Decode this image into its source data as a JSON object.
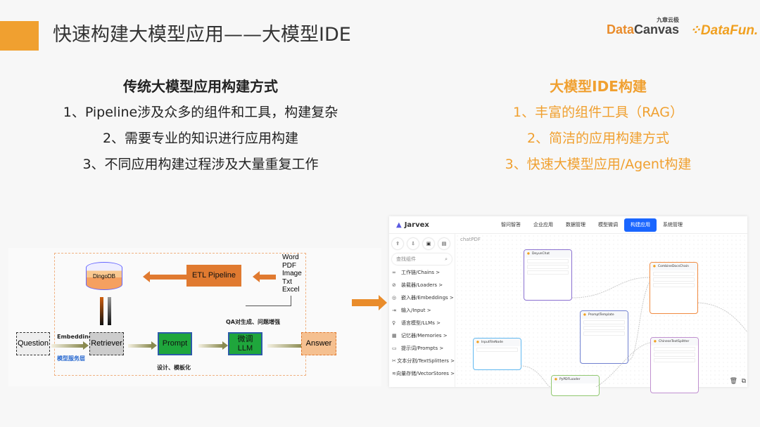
{
  "title": "快速构建大模型应用——大模型IDE",
  "logos": {
    "datacanvas_cn": "九章云极",
    "datacanvas": "DataCanvas",
    "datafun": "DataFun."
  },
  "left": {
    "heading": "传统大模型应用构建方式",
    "items": [
      "1、Pipeline涉及众多的组件和工具，构建复杂",
      "2、需要专业的知识进行应用构建",
      "3、不同应用构建过程涉及大量重复工作"
    ]
  },
  "right": {
    "heading": "大模型IDE构建",
    "items": [
      "1、丰富的组件工具（RAG）",
      "2、简洁的应用构建方式",
      "3、快速大模型应用/Agent构建"
    ]
  },
  "diagram": {
    "db": "DingoDB",
    "etl": "ETL Pipeline",
    "sources": [
      "Word",
      "PDF",
      "Image",
      "Txt",
      "Excel"
    ],
    "qa": "QA对生成、问题增强",
    "question": "Question",
    "embedding": "Embedding",
    "service_layer": "模型服务层",
    "retriever": "Retriever",
    "prompt": "Prompt",
    "prompt_note": "设计、模板化",
    "llm": "微调\nLLM",
    "answer": "Answer"
  },
  "app": {
    "brand": "Jarvex",
    "nav": [
      "智问智答",
      "企业应用",
      "数据管理",
      "模型微调",
      "构建应用",
      "系统管理"
    ],
    "active_nav": "构建应用",
    "search_placeholder": "查找组件",
    "sidebar": [
      "工作链/Chains >",
      "装载器/Loaders >",
      "嵌入器/Embeddings >",
      "输入/Input >",
      "语言模型/LLMs >",
      "记忆器/Memories >",
      "提示词/Prompts >",
      "文本分割/TextSplitters >",
      "向量存储/VectorStores >"
    ],
    "canvas_title": "chatPDF",
    "nodes": [
      "DeyunChat",
      "CombineDocsChain",
      "PromptTemplate",
      "InputFileNode",
      "PyPDFLoader",
      "ChineseTextSplitter"
    ]
  },
  "colors": {
    "accent": "#f0a030",
    "etl": "#e07a30",
    "green": "#1fa63c",
    "active": "#1a66ff"
  }
}
